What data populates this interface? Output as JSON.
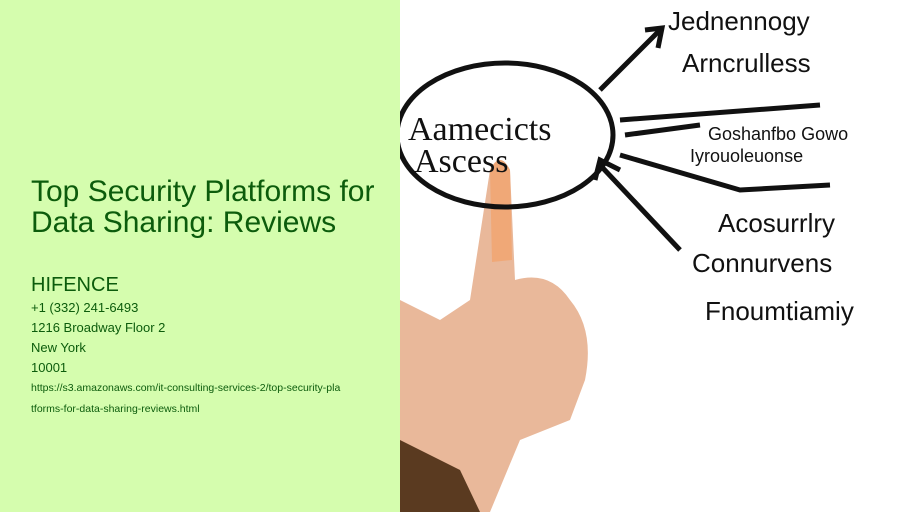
{
  "title": "Top Security Platforms for Data Sharing: Reviews",
  "company": "HIFENCE",
  "phone": "+1 (332) 241-6493",
  "address": "1216 Broadway Floor 2",
  "city": "New York",
  "zip": "10001",
  "url_line1": "https://s3.amazonaws.com/it-consulting-services-2/top-security-pla",
  "url_line2": "tforms-for-data-sharing-reviews.html",
  "image": {
    "center_line1": "Aamecicts",
    "center_line2": "Ascess",
    "label1": "Jednennogy",
    "label2": "Arncrulless",
    "label3": "Goshanfbo Gowo",
    "label4": "Iyrouoleuonse",
    "label5": "Acosurrlry",
    "label6": "Connurvens",
    "label7": "Fnoumtiamiy"
  },
  "colors": {
    "panel": "#d5fdae",
    "text": "#0c5c0c"
  }
}
